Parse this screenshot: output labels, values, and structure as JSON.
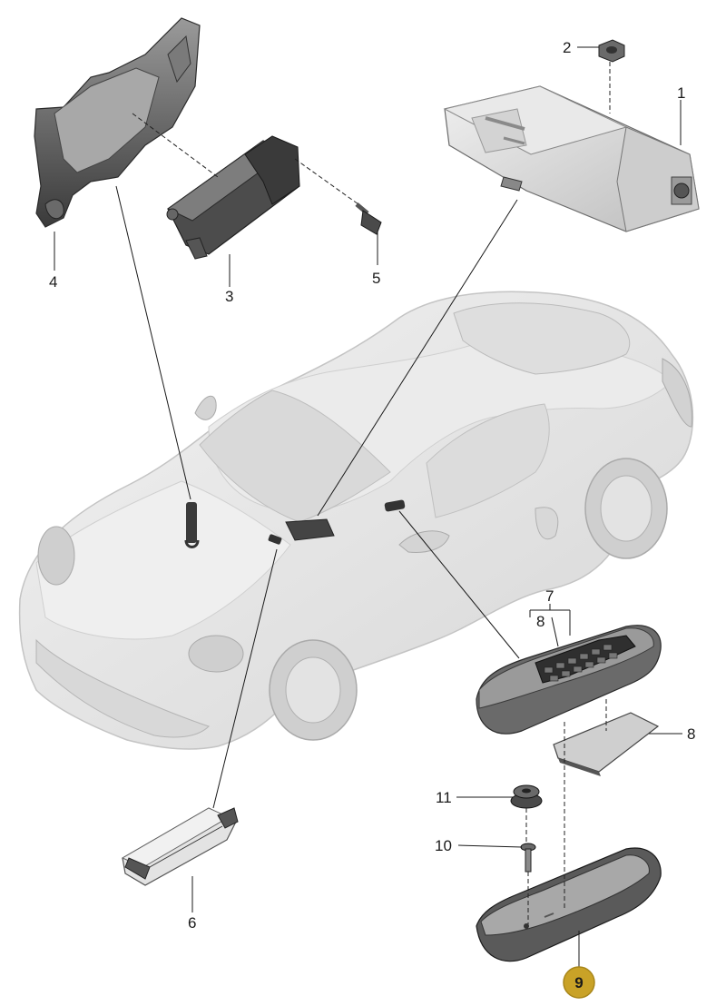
{
  "callouts": {
    "c1": "1",
    "c2": "2",
    "c3": "3",
    "c4": "4",
    "c5": "5",
    "c6": "6",
    "c7": "7",
    "c8a": "8",
    "c8b": "8",
    "c9": "9",
    "c10": "10",
    "c11": "11"
  },
  "colors": {
    "highlight_badge": "#c9a227",
    "part_dark": "#4a4a4a",
    "part_mid": "#8a8a8a",
    "car_body": "#e6e6e6"
  }
}
